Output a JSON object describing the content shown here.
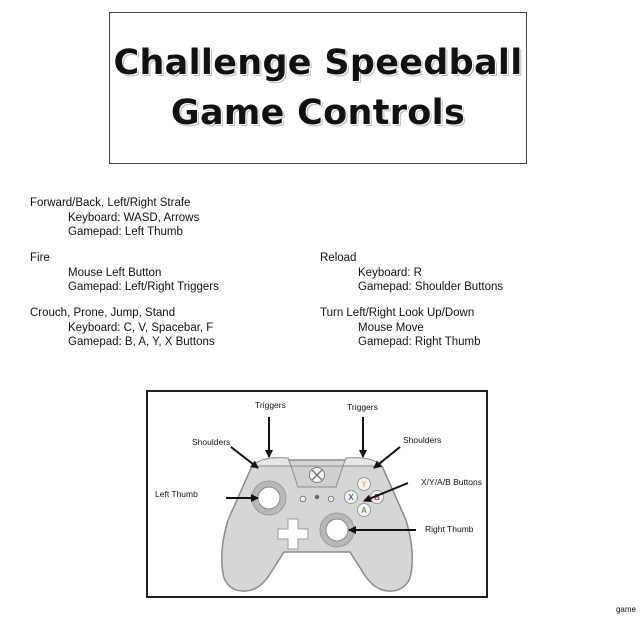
{
  "title": {
    "line1": "Challenge Speedball",
    "line2": "Game Controls"
  },
  "controls": {
    "move": {
      "heading": "Forward/Back, Left/Right Strafe",
      "keyboard": "Keyboard: WASD, Arrows",
      "gamepad": "Gamepad: Left Thumb"
    },
    "fire": {
      "heading": "Fire",
      "mouse": "Mouse Left Button",
      "gamepad": "Gamepad: Left/Right Triggers"
    },
    "stance": {
      "heading": "Crouch, Prone, Jump, Stand",
      "keyboard": "Keyboard: C, V, Spacebar, F",
      "gamepad": "Gamepad: B, A, Y, X Buttons"
    },
    "reload": {
      "heading": "Reload",
      "keyboard": "Keyboard: R",
      "gamepad": "Gamepad: Shoulder Buttons"
    },
    "look": {
      "heading": "Turn Left/Right Look Up/Down",
      "mouse": "Mouse Move",
      "gamepad": "Gamepad: Right Thumb"
    }
  },
  "diagram": {
    "labels": {
      "triggers_left": "Triggers",
      "triggers_right": "Triggers",
      "shoulders_left": "Shoulders",
      "shoulders_right": "Shoulders",
      "left_thumb": "Left Thumb",
      "face_buttons": "X/Y/A/B Buttons",
      "right_thumb": "Right Thumb"
    },
    "buttons": {
      "y": "Y",
      "x": "X",
      "b": "B",
      "a": "A"
    },
    "colors": {
      "body": "#d6d6d6",
      "outline": "#8a8a8a",
      "y": "#e2c23a",
      "x": "#3d63c9",
      "b": "#c9343a",
      "a": "#5aa640"
    }
  },
  "corner_label": "game"
}
